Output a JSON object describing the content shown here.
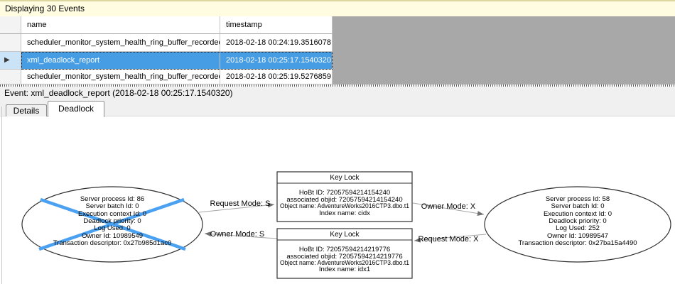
{
  "window": {
    "events_header": "Displaying 30 Events"
  },
  "grid": {
    "columns": [
      {
        "label": "name"
      },
      {
        "label": "timestamp"
      }
    ],
    "rows": [
      {
        "name": "scheduler_monitor_system_health_ring_buffer_recorded",
        "timestamp": "2018-02-18 00:24:19.3516078",
        "selected": false
      },
      {
        "name": "xml_deadlock_report",
        "timestamp": "2018-02-18 00:25:17.1540320",
        "selected": true
      },
      {
        "name": "scheduler_monitor_system_health_ring_buffer_recorded",
        "timestamp": "2018-02-18 00:25:19.5276859",
        "selected": false
      }
    ]
  },
  "event_bar": {
    "label": "Event: xml_deadlock_report (2018-02-18 00:25:17.1540320)"
  },
  "tabs": {
    "details": "Details",
    "deadlock": "Deadlock",
    "active": "Deadlock"
  },
  "graph": {
    "victim_process": {
      "victim": true,
      "lines": [
        "Server process Id: 86",
        "Server batch Id: 0",
        "Execution context Id: 0",
        "Deadlock priority: 0",
        "Log Used: 0",
        "Owner Id: 10989549",
        "Transaction descriptor: 0x27b985d1ac0"
      ]
    },
    "winner_process": {
      "victim": false,
      "lines": [
        "Server process Id: 58",
        "Server batch Id: 0",
        "Execution context Id: 0",
        "Deadlock priority: 0",
        "Log Used: 252",
        "Owner Id: 10989547",
        "Transaction descriptor: 0x27ba15a4490"
      ]
    },
    "resource_top": {
      "title": "Key Lock",
      "lines": [
        "HoBt ID: 72057594214154240",
        "associated objid: 72057594214154240",
        "Object name: AdventureWorks2016CTP3.dbo.t1",
        "Index name: cidx"
      ]
    },
    "resource_bottom": {
      "title": "Key Lock",
      "lines": [
        "HoBt ID: 72057594214219776",
        "associated objid: 72057594214219776",
        "Object name: AdventureWorks2016CTP3.dbo.t1",
        "Index name: idx1"
      ]
    },
    "edges": {
      "request_s": "Request Mode: S",
      "owner_s": "Owner Mode: S",
      "owner_x": "Owner Mode: X",
      "request_x": "Request Mode: X"
    }
  },
  "icons": {
    "current_row_marker": "▶"
  },
  "colors": {
    "selection_blue": "#469DE3",
    "selection_marker_bg": "#CBE3F7",
    "victim_cross_blue": "#4BA1F1",
    "events_header_bg": "#FFFCE1",
    "grid_empty_gray": "#A8A8A8",
    "edge_line_gray": "#A6A6A6"
  }
}
